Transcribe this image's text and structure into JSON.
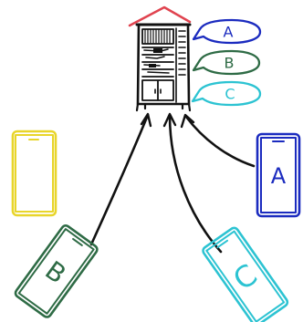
{
  "colors": {
    "ink": "#111111",
    "roof": "#e0434f",
    "a": "#1b2bbf",
    "b": "#2e6b45",
    "c": "#2cc3d2",
    "empty": "#e8d52a"
  },
  "server": {
    "icon": "server-rack-icon",
    "messages": [
      {
        "label": "A",
        "color_key": "a"
      },
      {
        "label": "B",
        "color_key": "b"
      },
      {
        "label": "C",
        "color_key": "c"
      }
    ]
  },
  "devices": [
    {
      "id": "empty",
      "label": "",
      "icon": "smartphone-icon",
      "color_key": "empty"
    },
    {
      "id": "b",
      "label": "B",
      "icon": "smartphone-icon",
      "color_key": "b"
    },
    {
      "id": "c",
      "label": "C",
      "icon": "smartphone-icon",
      "color_key": "c"
    },
    {
      "id": "a",
      "label": "A",
      "icon": "smartphone-icon",
      "color_key": "a"
    }
  ]
}
